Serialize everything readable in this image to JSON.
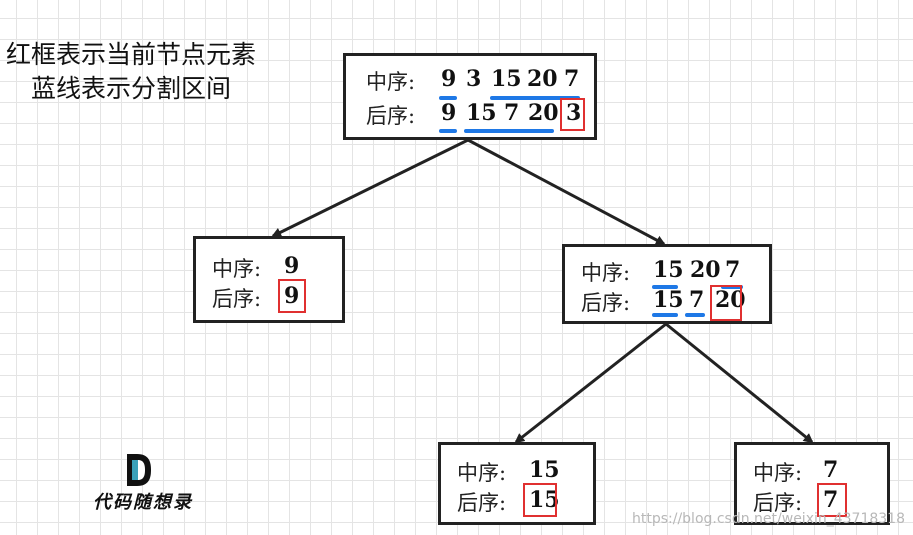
{
  "legend": {
    "line1": "红框表示当前节点元素",
    "line2": "蓝线表示分割区间"
  },
  "nodes": {
    "root": {
      "inorder_label": "中序:",
      "postorder_label": "后序:",
      "inorder": [
        "9",
        "3",
        "15",
        "20",
        "7"
      ],
      "postorder": [
        "9",
        "15",
        "7",
        "20",
        "3"
      ]
    },
    "left": {
      "inorder_label": "中序:",
      "postorder_label": "后序:",
      "inorder": [
        "9"
      ],
      "postorder": [
        "9"
      ]
    },
    "right": {
      "inorder_label": "中序:",
      "postorder_label": "后序:",
      "inorder": [
        "15",
        "20",
        "7"
      ],
      "postorder": [
        "15",
        "7",
        "20"
      ]
    },
    "right_left": {
      "inorder_label": "中序:",
      "postorder_label": "后序:",
      "inorder": [
        "15"
      ],
      "postorder": [
        "15"
      ]
    },
    "right_right": {
      "inorder_label": "中序:",
      "postorder_label": "后序:",
      "inorder": [
        "7"
      ],
      "postorder": [
        "7"
      ]
    }
  },
  "logo": {
    "text": "代码随想录"
  },
  "watermark": "https://blog.csdn.net/weixin_43718318",
  "colors": {
    "highlight_box": "#e03030",
    "split_line": "#1e78e6",
    "stroke": "#222222"
  }
}
